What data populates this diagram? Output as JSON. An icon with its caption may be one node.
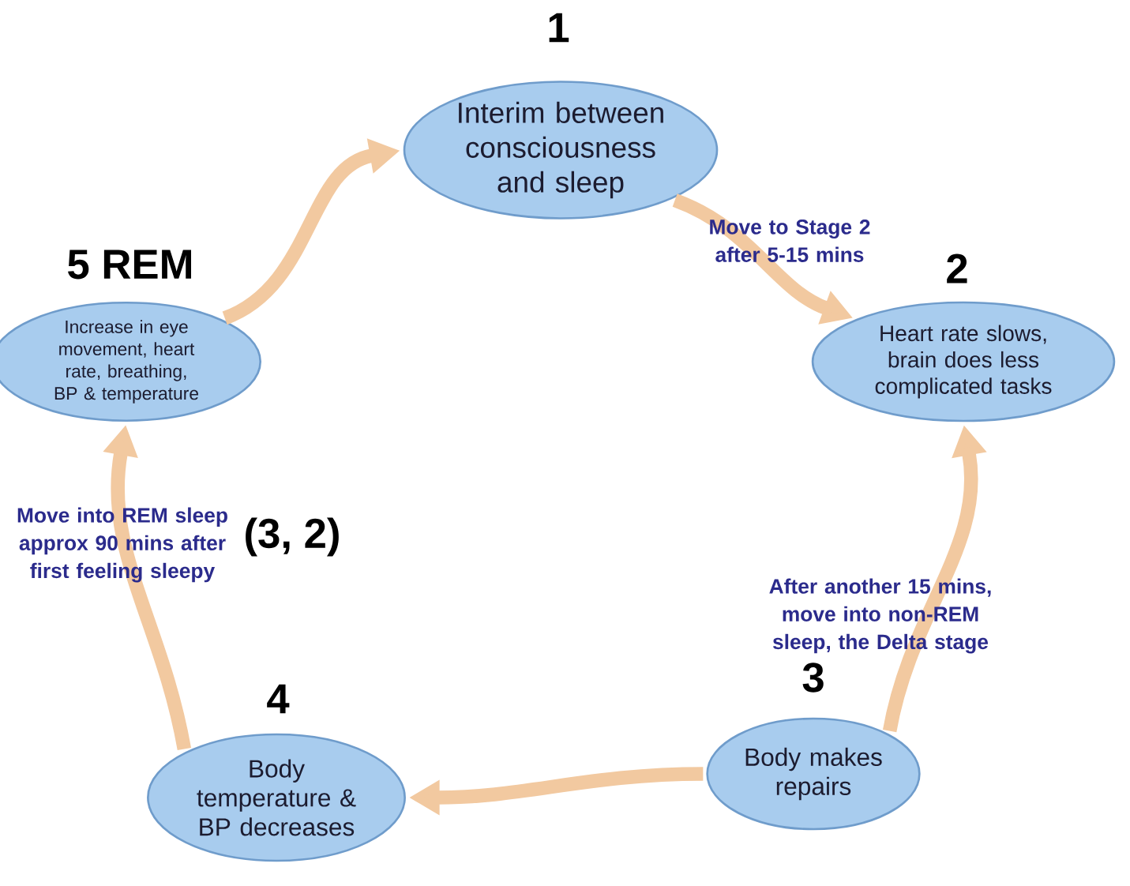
{
  "diagram": {
    "nodes": [
      {
        "text": [
          "1",
          "Interim between consciousness and sleep"
        ]
      },
      {
        "text": [
          "2",
          "Heart rate slows, brain does less complicated tasks"
        ]
      },
      {
        "text": [
          "3",
          "Body makes repairs"
        ]
      },
      {
        "text": [
          "4",
          "Body temperature & BP decreases"
        ]
      },
      {
        "text": [
          "5 REM",
          "Increase in eye movement, heart rate, breathing, BP & temperature"
        ]
      }
    ],
    "edges": [
      {
        "from": 4,
        "to": 0,
        "arrow": "to"
      },
      {
        "from": 0,
        "to": 1,
        "arrow": "to",
        "label": "Move to Stage 2 after 5-15 mins"
      },
      {
        "from": 2,
        "to": 1,
        "arrow": "to",
        "label": "After another 15 mins, move into non-REM sleep, the Delta stage"
      },
      {
        "from": 2,
        "to": 3,
        "arrow": "to"
      },
      {
        "from": 3,
        "to": 4,
        "arrow": "to",
        "label": "Move into REM sleep approx 90 mins after first feeling sleepy"
      }
    ],
    "labels": [
      "(3, 2)"
    ]
  }
}
